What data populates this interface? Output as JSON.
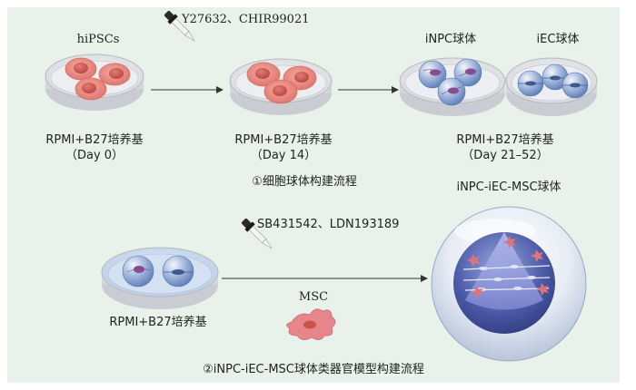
{
  "step1": {
    "reagents": "Y27632、CHIR99021",
    "cell_label": "hiPSCs",
    "medium_a": "RPMI+B27培养基",
    "day_a": "（Day 0）",
    "medium_b": "RPMI+B27培养基",
    "day_b": "（Day 14）",
    "inpc_label": "iNPC球体",
    "iec_label": "iEC球体",
    "medium_c": "RPMI+B27培养基",
    "day_c": "（Day 21–52）",
    "caption": "①细胞球体构建流程"
  },
  "step2": {
    "reagents": "SB431542、LDN193189",
    "medium": "RPMI+B27培养基",
    "msc_label": "MSC",
    "organoid_label": "iNPC-iEC-MSC球体",
    "caption": "②iNPC-iEC-MSC球体类器官模型构建流程"
  },
  "colors": {
    "background": "#e9f2ea",
    "dish_rim": "#b9b9b9",
    "cell_pink": "#e8837b",
    "nucleus": "#c9524b",
    "sphere_blue": "#6f8fc4",
    "sphere_nucleus": "#8a4b8f",
    "msc_pink": "#e6868a",
    "arrow": "#333333"
  }
}
